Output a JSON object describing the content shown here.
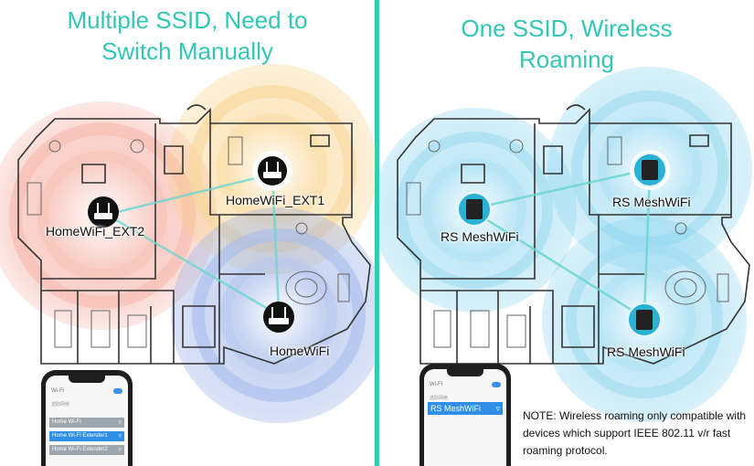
{
  "left": {
    "title_line1": "Multiple SSID, Need to",
    "title_line2": "Switch Manually",
    "labels": {
      "ext2": "HomeWiFi_EXT2",
      "ext1": "HomeWiFi_EXT1",
      "main": "HomeWiFi"
    },
    "phone": {
      "header": "Wi-Fi",
      "section": "选取网络",
      "networks": [
        {
          "name": "Home Wi-Fi",
          "selected": false
        },
        {
          "name": "Home Wi-Fi Extender1",
          "selected": true
        },
        {
          "name": "Home Wi-Fi Extender2",
          "selected": false
        }
      ]
    }
  },
  "right": {
    "title_line1": "One SSID, Wireless",
    "title_line2": "Roaming",
    "labels": {
      "node_left": "RS MeshWiFi",
      "node_top": "RS MeshWiFi",
      "node_bottom": "RS MeshWiFi"
    },
    "phone": {
      "header": "Wi-Fi",
      "section": "选取网络",
      "network": "RS MeshWiFi"
    },
    "note": "NOTE: Wireless roaming only compatible with devices which support IEEE 802.11 v/r fast roaming protocol."
  },
  "colors": {
    "accent": "#32c7b5",
    "coverage_red": "#f4a79a",
    "coverage_orange": "#f8cf83",
    "coverage_blue": "#96aee6",
    "coverage_cyan": "#7fd0ee",
    "mesh_node": "#2bb1d3",
    "link": "#6cd6cf"
  },
  "icons": {
    "router": "router-icon",
    "mesh": "mesh-node-icon",
    "wifi": "wifi-icon"
  }
}
